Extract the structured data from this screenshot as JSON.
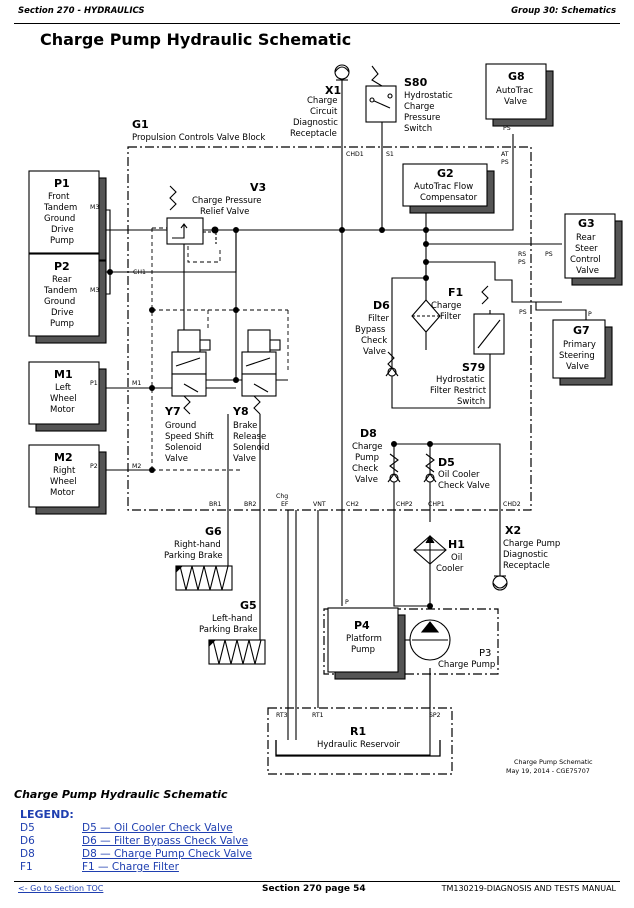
{
  "header": {
    "section": "Section 270 - HYDRAULICS",
    "group": "Group 30: Schematics"
  },
  "title": "Charge Pump Hydraulic Schematic",
  "components": {
    "x1": {
      "id": "X1",
      "lines": [
        "Charge",
        "Circuit",
        "Diagnostic",
        "Receptacle"
      ]
    },
    "s80": {
      "id": "S80",
      "lines": [
        "Hydrostatic",
        "Charge",
        "Pressure",
        "Switch"
      ]
    },
    "g8": {
      "id": "G8",
      "lines": [
        "AutoTrac",
        "Valve"
      ]
    },
    "g1": {
      "id": "G1",
      "lines": [
        "Propulsion Controls Valve Block"
      ]
    },
    "v3": {
      "id": "V3",
      "lines": [
        "Charge Pressure",
        "Relief Valve"
      ]
    },
    "g2": {
      "id": "G2",
      "lines": [
        "AutoTrac Flow",
        "Compensator"
      ]
    },
    "g3": {
      "id": "G3",
      "lines": [
        "Rear",
        "Steer",
        "Control",
        "Valve"
      ]
    },
    "p1": {
      "id": "P1",
      "lines": [
        "Front",
        "Tandem",
        "Ground",
        "Drive",
        "Pump"
      ]
    },
    "p2": {
      "id": "P2",
      "lines": [
        "Rear",
        "Tandem",
        "Ground",
        "Drive",
        "Pump"
      ]
    },
    "m1": {
      "id": "M1",
      "lines": [
        "Left",
        "Wheel",
        "Motor"
      ]
    },
    "m2": {
      "id": "M2",
      "lines": [
        "Right",
        "Wheel",
        "Motor"
      ]
    },
    "d6": {
      "id": "D6",
      "lines": [
        "Filter",
        "Bypass",
        "Check",
        "Valve"
      ]
    },
    "f1": {
      "id": "F1",
      "lines": [
        "Charge",
        "Filter"
      ]
    },
    "g7": {
      "id": "G7",
      "lines": [
        "Primary",
        "Steering",
        "Valve"
      ]
    },
    "s79": {
      "id": "S79",
      "lines": [
        "Hydrostatic",
        "Filter Restrict",
        "Switch"
      ]
    },
    "y7": {
      "id": "Y7",
      "lines": [
        "Ground",
        "Speed Shift",
        "Solenoid",
        "Valve"
      ]
    },
    "y8": {
      "id": "Y8",
      "lines": [
        "Brake",
        "Release",
        "Solenoid",
        "Valve"
      ]
    },
    "d8": {
      "id": "D8",
      "lines": [
        "Charge",
        "Pump",
        "Check",
        "Valve"
      ]
    },
    "d5": {
      "id": "D5",
      "lines": [
        "Oil Cooler",
        "Check Valve"
      ]
    },
    "g6": {
      "id": "G6",
      "lines": [
        "Right-hand",
        "Parking Brake"
      ]
    },
    "h1": {
      "id": "H1",
      "lines": [
        "Oil",
        "Cooler"
      ]
    },
    "x2": {
      "id": "X2",
      "lines": [
        "Charge Pump",
        "Diagnostic",
        "Receptacle"
      ]
    },
    "g5": {
      "id": "G5",
      "lines": [
        "Left-hand",
        "Parking Brake"
      ]
    },
    "p4": {
      "id": "P4",
      "lines": [
        "Platform",
        "Pump"
      ]
    },
    "p3": {
      "id": "P3",
      "lines": [
        "Charge Pump"
      ]
    },
    "r1": {
      "id": "R1",
      "lines": [
        "Hydraulic Reservoir"
      ]
    }
  },
  "ports": {
    "chd1": "CHD1",
    "s1": "S1",
    "ps_g8": "PS",
    "at": "AT",
    "ps_at": "PS",
    "m3a": "M3",
    "m3b": "M3",
    "ch1": "CH1",
    "p1": "P1",
    "m1": "M1",
    "p2": "P2",
    "m2": "M2",
    "rs": "RS",
    "ps_rs": "PS",
    "ps_g3": "PS",
    "ps_g7": "PS",
    "p_g7": "P",
    "br1": "BR1",
    "br2": "BR2",
    "chg": "Chg",
    "ef": "EF",
    "vnt": "VNT",
    "ch2": "CH2",
    "chp2": "CHP2",
    "chp1": "CHP1",
    "chd2": "CHD2",
    "p_p4": "P",
    "rt3": "RT3",
    "rt1": "RT1",
    "sp2": "SP2"
  },
  "stamp": [
    "Charge Pump Schematic",
    "May 19, 2014 - CGE75707"
  ],
  "caption": "Charge Pump Hydraulic Schematic",
  "legend": {
    "title": "LEGEND:",
    "items": [
      {
        "code": "D5",
        "desc": "D5 — Oil Cooler Check Valve"
      },
      {
        "code": "D6",
        "desc": "D6 — Filter Bypass Check Valve"
      },
      {
        "code": "D8",
        "desc": "D8 — Charge Pump Check Valve"
      },
      {
        "code": "F1",
        "desc": "F1 — Charge Filter"
      }
    ]
  },
  "footer": {
    "toc_link": "<- Go to Section TOC",
    "page": "Section 270 page 54",
    "manual": "TM130219-DIAGNOSIS AND TESTS MANUAL"
  }
}
